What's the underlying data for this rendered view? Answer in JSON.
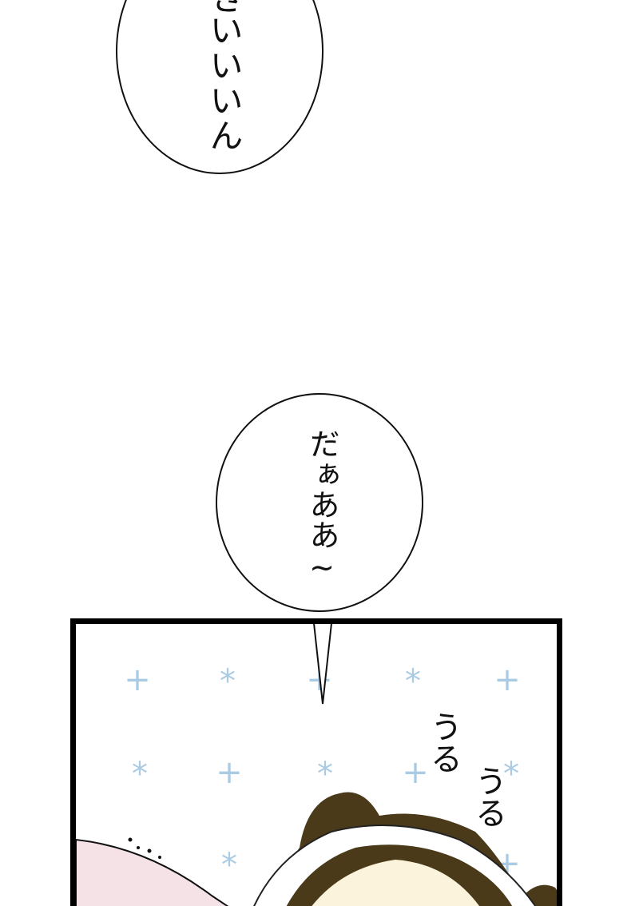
{
  "page": {
    "background": "#ffffff"
  },
  "bubbles": [
    {
      "id": "bubble-1",
      "text": "いいいん",
      "partial_top_glyph": true
    },
    {
      "id": "bubble-2",
      "text": "だぁああ~"
    }
  ],
  "panel": {
    "sfx": [
      {
        "text": "うる"
      },
      {
        "text": "うる"
      }
    ],
    "pattern_color": "#a9cbe3",
    "pattern": [
      "+",
      "*",
      "+",
      "*",
      "+",
      "*",
      "+",
      "*",
      "+",
      "*",
      "*",
      "+"
    ],
    "hair_color": "#4a3a1a",
    "skin_color": "#fbf3dc",
    "pink_color": "#f4e2e6"
  }
}
